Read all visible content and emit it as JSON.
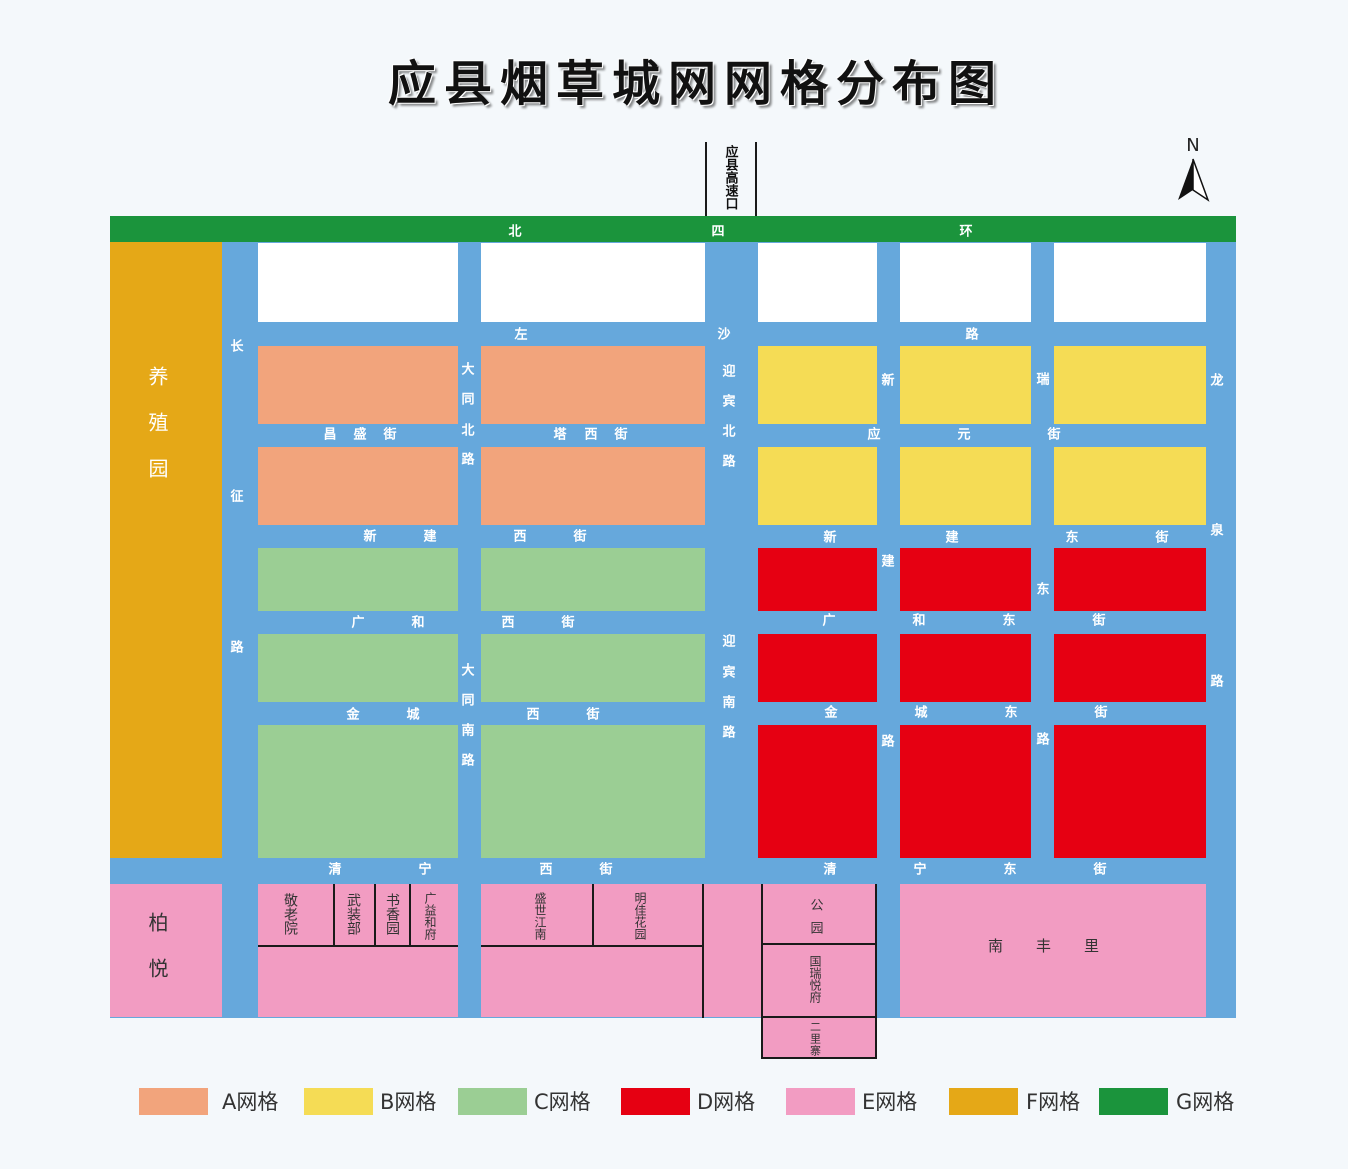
{
  "title": "应县烟草城网网格分布图",
  "compass": {
    "north_label": "N",
    "icon": "north-arrow-icon"
  },
  "highway_exit": "应县高速口",
  "colors": {
    "page_background": "#f4f8fb",
    "road": "#66a8dc",
    "blank_block": "#ffffff",
    "divider_line": "#1a1a1a"
  },
  "roads": {
    "bei_si_huan": [
      "北",
      "四",
      "环"
    ],
    "zuo_sha_lu": [
      "左",
      "沙",
      "路"
    ],
    "chang_zheng_lu": [
      "长",
      "征",
      "路"
    ],
    "da_tong_bei_lu": [
      "大",
      "同",
      "北",
      "路"
    ],
    "da_tong_nan_lu": [
      "大",
      "同",
      "南",
      "路"
    ],
    "ying_bin_bei_lu": [
      "迎",
      "宾",
      "北",
      "路"
    ],
    "ying_bin_nan_lu": [
      "迎",
      "宾",
      "南",
      "路"
    ],
    "xin_jian_lu": [
      "新",
      "建",
      "路"
    ],
    "rui_dong_lu": [
      "瑞",
      "东",
      "路"
    ],
    "long_quan_lu": [
      "龙",
      "泉",
      "路"
    ],
    "chang_sheng_jie": [
      "昌",
      "盛",
      "街"
    ],
    "ta_xi_jie": [
      "塔",
      "西",
      "街"
    ],
    "ying_yuan_jie": [
      "应",
      "元",
      "街"
    ],
    "xin_jian_xi_jie": [
      "新",
      "建",
      "西",
      "街"
    ],
    "xin_jian_dong_jie": [
      "新",
      "建",
      "东",
      "街"
    ],
    "guang_he_xi_jie": [
      "广",
      "和",
      "西",
      "街"
    ],
    "guang_he_dong_jie": [
      "广",
      "和",
      "东",
      "街"
    ],
    "jin_cheng_xi_jie": [
      "金",
      "城",
      "西",
      "街"
    ],
    "jin_cheng_dong_jie": [
      "金",
      "城",
      "东",
      "街"
    ],
    "qing_ning_xi_jie": [
      "清",
      "宁",
      "西",
      "街"
    ],
    "qing_ning_dong_jie": [
      "清",
      "宁",
      "东",
      "街"
    ]
  },
  "areas": {
    "yang_zhi_yuan": "养殖园",
    "bai_yue": "柏悦",
    "jing_lao_yuan": "敬老院",
    "wu_zhuang_bu": "武装部",
    "shu_xiang_yuan": "书香园",
    "guang_yi_he_fu": "广益和府",
    "sheng_shi_jiang_nan": "盛世江南",
    "ming_jia_hua_yuan": "明佳花园",
    "gong_yuan": "公园",
    "guo_rui_yue_fu": "国瑞悦府",
    "er_li_zhai": "二里寨",
    "nan_feng_li": "南丰里"
  },
  "legend": [
    {
      "label": "A网格",
      "color": "#f2a47c"
    },
    {
      "label": "B网格",
      "color": "#f5dc55"
    },
    {
      "label": "C网格",
      "color": "#9bce94"
    },
    {
      "label": "D网格",
      "color": "#e60012"
    },
    {
      "label": "E网格",
      "color": "#f29cc2"
    },
    {
      "label": "F网格",
      "color": "#e5a817"
    },
    {
      "label": "G网格",
      "color": "#1b943c"
    }
  ]
}
